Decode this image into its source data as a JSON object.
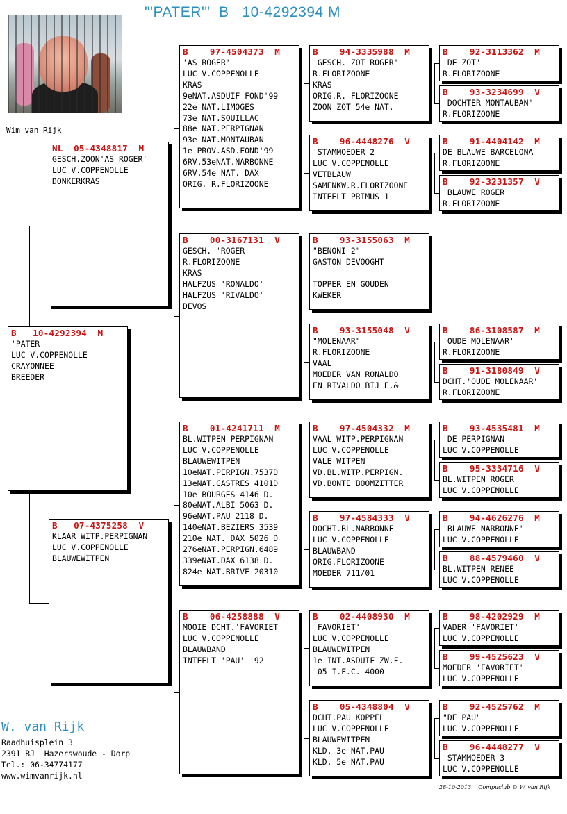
{
  "page_title": "\"'PATER'\"  B   10-4292394 M",
  "owner_caption": "Wim van Rijk",
  "pigeons": {
    "main": {
      "header": "B   10-4292394  M",
      "lines": [
        "'PATER'",
        "LUC V.COPPENOLLE",
        "CRAYONNEE",
        "BREEDER"
      ]
    },
    "father": {
      "header": "NL  05-4348817  M",
      "lines": [
        "GESCH.ZOON'AS ROGER'",
        "LUC V.COPPENOLLE",
        "DONKERKRAS"
      ]
    },
    "mother": {
      "header": "B   07-4375258  V",
      "lines": [
        "KLAAR WITP.PERPIGNAN",
        "LUC V.COPPENOLLE",
        "BLAUWEWITPEN"
      ]
    },
    "ff": {
      "header": "B    97-4504373  M",
      "lines": [
        "'AS ROGER'",
        "LUC V.COPPENOLLE",
        "KRAS",
        "9eNAT.ASDUIF FOND'99",
        "22e NAT.LIMOGES",
        "73e NAT.SOUILLAC",
        "88e NAT.PERPIGNAN",
        "93e NAT.MONTAUBAN",
        "1e PROV.ASD.FOND'99",
        "6RV.53eNAT.NARBONNE",
        "6RV.54e NAT. DAX",
        "ORIG. R.FLORIZOONE"
      ]
    },
    "fm": {
      "header": "B    00-3167131  V",
      "lines": [
        "GESCH. 'ROGER'",
        "R.FLORIZOONE",
        "KRAS",
        "HALFZUS 'RONALDO'",
        "HALFZUS 'RIVALDO'",
        "DEVOS"
      ]
    },
    "mf": {
      "header": "B    01-4241711  M",
      "lines": [
        "BL.WITPEN PERPIGNAN",
        "LUC V.COPPENOLLE",
        "BLAUWEWITPEN",
        "10eNAT.PERPIGN.7537D",
        "13eNAT.CASTRES 4101D",
        "10e BOURGES 4146 D.",
        "80eNAT.ALBI 5063 D.",
        "96eNAT.PAU 2118 D.",
        "140eNAT.BEZIERS 3539",
        "210e NAT. DAX 5026 D",
        "276eNAT.PERPIGN.6489",
        "339eNAT.DAX 6138 D.",
        "824e NAT.BRIVE 20310"
      ]
    },
    "mm": {
      "header": "B    06-4258888  V",
      "lines": [
        "MOOIE DCHT.'FAVORIET",
        "LUC V.COPPENOLLE",
        "BLAUWBAND",
        "INTEELT 'PAU' '92"
      ]
    },
    "fff": {
      "header": "B    94-3335988  M",
      "lines": [
        "'GESCH. ZOT ROGER'",
        "R.FLORIZOONE",
        "KRAS",
        "ORIG.R. FLORIZOONE",
        "ZOON ZOT 54e NAT."
      ]
    },
    "ffm": {
      "header": "B    96-4448276  V",
      "lines": [
        "'STAMMOEDER 2'",
        "LUC V.COPPENOLLE",
        "VETBLAUW",
        "SAMENKW.R.FLORIZOONE",
        "INTEELT PRIMUS 1"
      ]
    },
    "fmf": {
      "header": "B    93-3155063  M",
      "lines": [
        "\"BENONI 2\"",
        "GASTON DEVOOGHT",
        "",
        "TOPPER EN GOUDEN",
        "KWEKER"
      ]
    },
    "fmm": {
      "header": "B    93-3155048  V",
      "lines": [
        "\"MOLENAAR\"",
        "R.FLORIZOONE",
        "VAAL",
        "MOEDER VAN RONALDO",
        "EN RIVALDO BIJ E.&"
      ]
    },
    "mff": {
      "header": "B    97-4504332  M",
      "lines": [
        "VAAL WITP.PERPIGNAN",
        "LUC V.COPPENOLLE",
        "VALE WITPEN",
        "VD.BL.WITP.PERPIGN.",
        "VD.BONTE BOOMZITTER"
      ]
    },
    "mfm": {
      "header": "B    97-4584333  V",
      "lines": [
        "DOCHT.BL.NARBONNE",
        "LUC V.COPPENOLLE",
        "BLAUWBAND",
        "ORIG.FLORIZOONE",
        "MOEDER 711/01"
      ]
    },
    "mmf": {
      "header": "B    02-4408930  M",
      "lines": [
        "'FAVORIET'",
        "LUC V.COPPENOLLE",
        "BLAUWEWITPEN",
        "1e INT.ASDUIF ZW.F.",
        "'05 I.F.C. 4000"
      ]
    },
    "mmm": {
      "header": "B    05-4348804  V",
      "lines": [
        "DCHT.PAU KOPPEL",
        "LUC V.COPPENOLLE",
        "BLAUWEWITPEN",
        "KLD. 3e NAT.PAU",
        "KLD. 5e NAT.PAU"
      ]
    },
    "g1": {
      "header": "B    92-3113362  M",
      "lines": [
        "'DE ZOT'",
        "R.FLORIZOONE"
      ]
    },
    "g2": {
      "header": "B    93-3234699  V",
      "lines": [
        "'DOCHTER MONTAUBAN'",
        "R.FLORIZOONE"
      ]
    },
    "g3": {
      "header": "B    91-4404142  M",
      "lines": [
        "DE BLAUWE BARCELONA",
        "R.FLORIZOONE"
      ]
    },
    "g4": {
      "header": "B    92-3231357  V",
      "lines": [
        "'BLAUWE ROGER'",
        "R.FLORIZOONE"
      ]
    },
    "g7": {
      "header": "B    86-3108587  M",
      "lines": [
        "'OUDE MOLENAAR'",
        "R.FLORIZOONE"
      ]
    },
    "g8": {
      "header": "B    91-3180849  V",
      "lines": [
        "DCHT.'OUDE MOLENAAR'",
        "R.FLORIZOONE"
      ]
    },
    "g9": {
      "header": "B    93-4535481  M",
      "lines": [
        "'DE PERPIGNAN",
        "LUC V.COPPENOLLE"
      ]
    },
    "g10": {
      "header": "B    95-3334716  V",
      "lines": [
        "BL.WITPEN ROGER",
        "LUC V.COPPENOLLE"
      ]
    },
    "g11": {
      "header": "B    94-4626276  M",
      "lines": [
        "'BLAUWE NARBONNE'",
        "LUC V.COPPENOLLE"
      ]
    },
    "g12": {
      "header": "B    88-4579460  V",
      "lines": [
        "BL.WITPEN RENEE",
        "LUC V.COPPENOLLE"
      ]
    },
    "g13": {
      "header": "B    98-4202929  M",
      "lines": [
        "VADER 'FAVORIET'",
        "LUC V.COPPENOLLE"
      ]
    },
    "g14": {
      "header": "B    99-4525623  V",
      "lines": [
        "MOEDER 'FAVORIET'",
        "LUC V.COPPENOLLE"
      ]
    },
    "g15": {
      "header": "B    92-4525762  M",
      "lines": [
        "\"DE PAU\"",
        "LUC V.COPPENOLLE"
      ]
    },
    "g16": {
      "header": "B    96-4448277  V",
      "lines": [
        "'STAMMOEDER 3'",
        "LUC V.COPPENOLLE"
      ]
    }
  },
  "footer": {
    "name": "W. van Rijk",
    "address": "Raadhuisplein 3",
    "city": "2391 BJ  Hazerswoude - Dorp",
    "phone": "Tel.: 06-34774177",
    "website": "www.wimvanrijk.nl"
  },
  "credit": "28-10-2013    Compuclub © W. van Rijk"
}
